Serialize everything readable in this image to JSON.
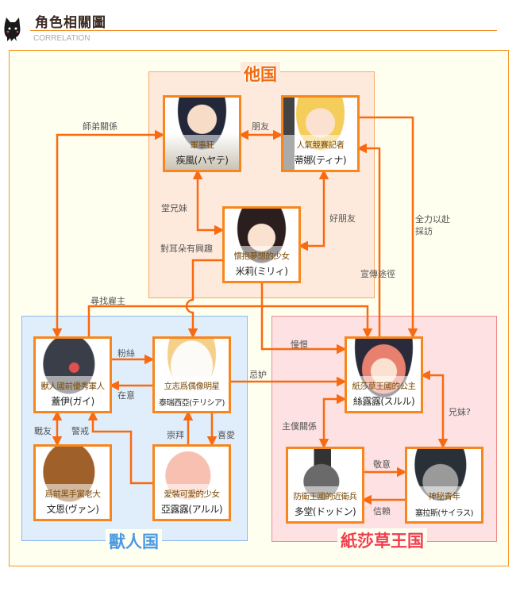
{
  "header": {
    "title": "角色相關圖",
    "subtitle": "CORRELATION"
  },
  "regions": {
    "other": "他国",
    "beast": "獸人国",
    "papyrus": "紙莎草王国"
  },
  "colors": {
    "accent": "#f7861d",
    "line": "#f96a10",
    "other": "#f26a10",
    "beast": "#4a9be0",
    "papyrus": "#f0404a"
  },
  "characters": {
    "hayate": {
      "role": "軍事狂",
      "name": "疾風(ハヤテ)"
    },
    "tina": {
      "role": "人氣競賽記者",
      "name": "蒂娜(ティナ)"
    },
    "milly": {
      "role": "懷抱夢想的少女",
      "name": "米莉(ミリィ)"
    },
    "guy": {
      "role": "獸人國前優秀軍人",
      "name": "蓋伊(ガイ)"
    },
    "terisia": {
      "role": "立志爲偶像明星",
      "name": "泰瑞西亞(テリシア)"
    },
    "van": {
      "role": "爲前黑手黨老大",
      "name": "文恩(ヴァン)"
    },
    "aruru": {
      "role": "愛裝可愛的少女",
      "name": "亞露露(アルル)"
    },
    "sururu": {
      "role": "紙莎草王國的公主",
      "name": "絲露露(スルル)"
    },
    "dodon": {
      "role": "防衛王國的近衛兵",
      "name": "多堂(ドッドン)"
    },
    "cyrus": {
      "role": "神秘青年",
      "name": "塞拉斯(サイラス)"
    }
  },
  "relations": {
    "master_pupil": "師弟關係",
    "friends": "朋友",
    "cousins": "堂兄妹",
    "good_friends": "好朋友",
    "ears": "對耳朵有興趣",
    "employer": "尋找雇主",
    "promotion": "宣傳途徑",
    "interview_1": "全力以赴",
    "interview_2": "採訪",
    "admire": "憧憬",
    "jealous": "忌妒",
    "fan": "粉絲",
    "care": "在意",
    "comrades": "戰友",
    "wary": "警戒",
    "worship": "崇拜",
    "fond": "喜愛",
    "master_servant": "主僕關係",
    "siblings": "兄妹?",
    "respect": "敬意",
    "trust": "信賴"
  }
}
